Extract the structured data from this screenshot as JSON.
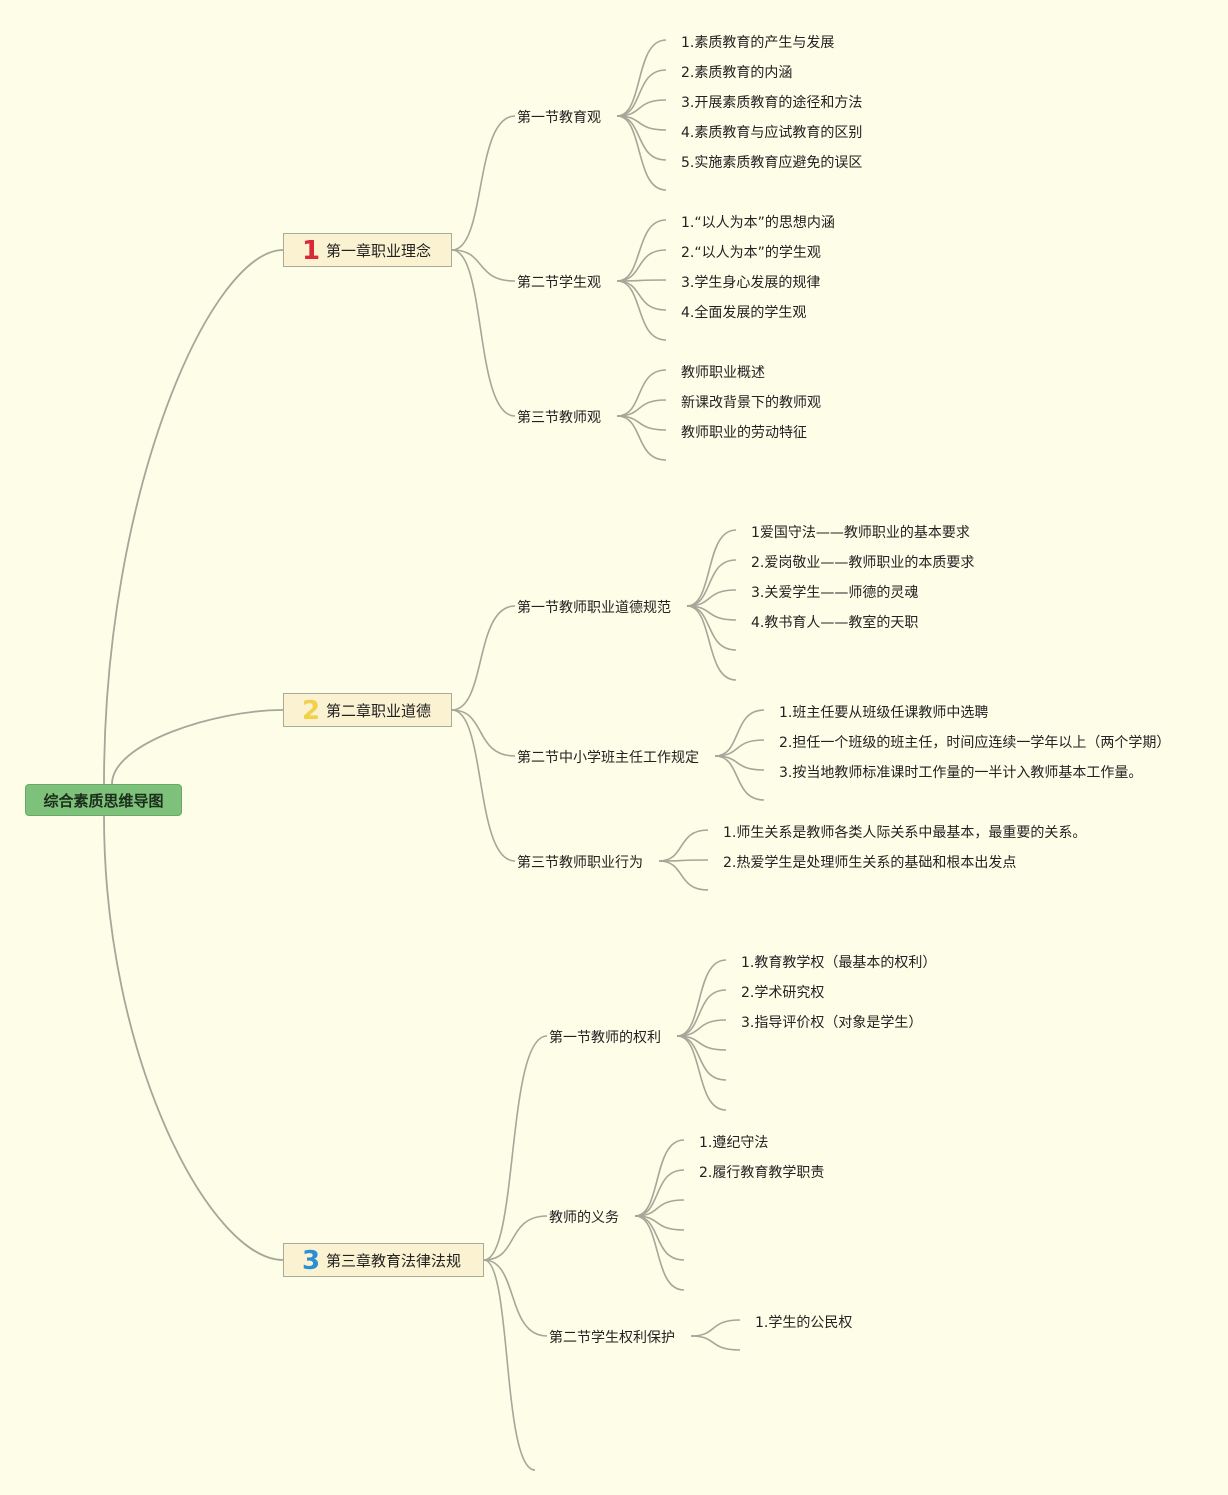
{
  "root": {
    "label": "综合素质思维导图"
  },
  "colors": {
    "background": "#fdfde8",
    "root_fill": "#7dc17b",
    "chapter_fill": "#fbf2d2",
    "link": "#a6a699",
    "num1": "#d8283a",
    "num2": "#f2d04a",
    "num3": "#2a8fd4"
  },
  "chapters": [
    {
      "number": "1",
      "label": "第一章职业理念",
      "sections": [
        {
          "label": "第一节教育观",
          "items": [
            "1.素质教育的产生与发展",
            "2.素质教育的内涵",
            "3.开展素质教育的途径和方法",
            "4.素质教育与应试教育的区别",
            "5.实施素质教育应避免的误区"
          ]
        },
        {
          "label": "第二节学生观",
          "items": [
            "1.“以人为本”的思想内涵",
            "2.“以人为本”的学生观",
            "3.学生身心发展的规律",
            "4.全面发展的学生观"
          ]
        },
        {
          "label": "第三节教师观",
          "items": [
            "教师职业概述",
            "新课改背景下的教师观",
            "教师职业的劳动特征"
          ]
        }
      ]
    },
    {
      "number": "2",
      "label": "第二章职业道德",
      "sections": [
        {
          "label": "第一节教师职业道德规范",
          "items": [
            "1爱国守法——教师职业的基本要求",
            "2.爱岗敬业——教师职业的本质要求",
            "3.关爱学生——师德的灵魂",
            "4.教书育人——教室的天职"
          ]
        },
        {
          "label": "第二节中小学班主任工作规定",
          "items": [
            "1.班主任要从班级任课教师中选聘",
            "2.担任一个班级的班主任，时间应连续一学年以上（两个学期）",
            "3.按当地教师标准课时工作量的一半计入教师基本工作量。"
          ]
        },
        {
          "label": "第三节教师职业行为",
          "items": [
            "1.师生关系是教师各类人际关系中最基本，最重要的关系。",
            "2.热爱学生是处理师生关系的基础和根本出发点"
          ]
        }
      ]
    },
    {
      "number": "3",
      "label": "第三章教育法律法规",
      "sections": [
        {
          "label": "第一节教师的权利",
          "items": [
            "1.教育教学权（最基本的权利）",
            "2.学术研究权",
            "3.指导评价权（对象是学生）"
          ]
        },
        {
          "label": "教师的义务",
          "items": [
            "1.遵纪守法",
            "2.履行教育教学职责"
          ]
        },
        {
          "label": "第二节学生权利保护",
          "items": [
            "1.学生的公民权"
          ]
        }
      ]
    }
  ]
}
